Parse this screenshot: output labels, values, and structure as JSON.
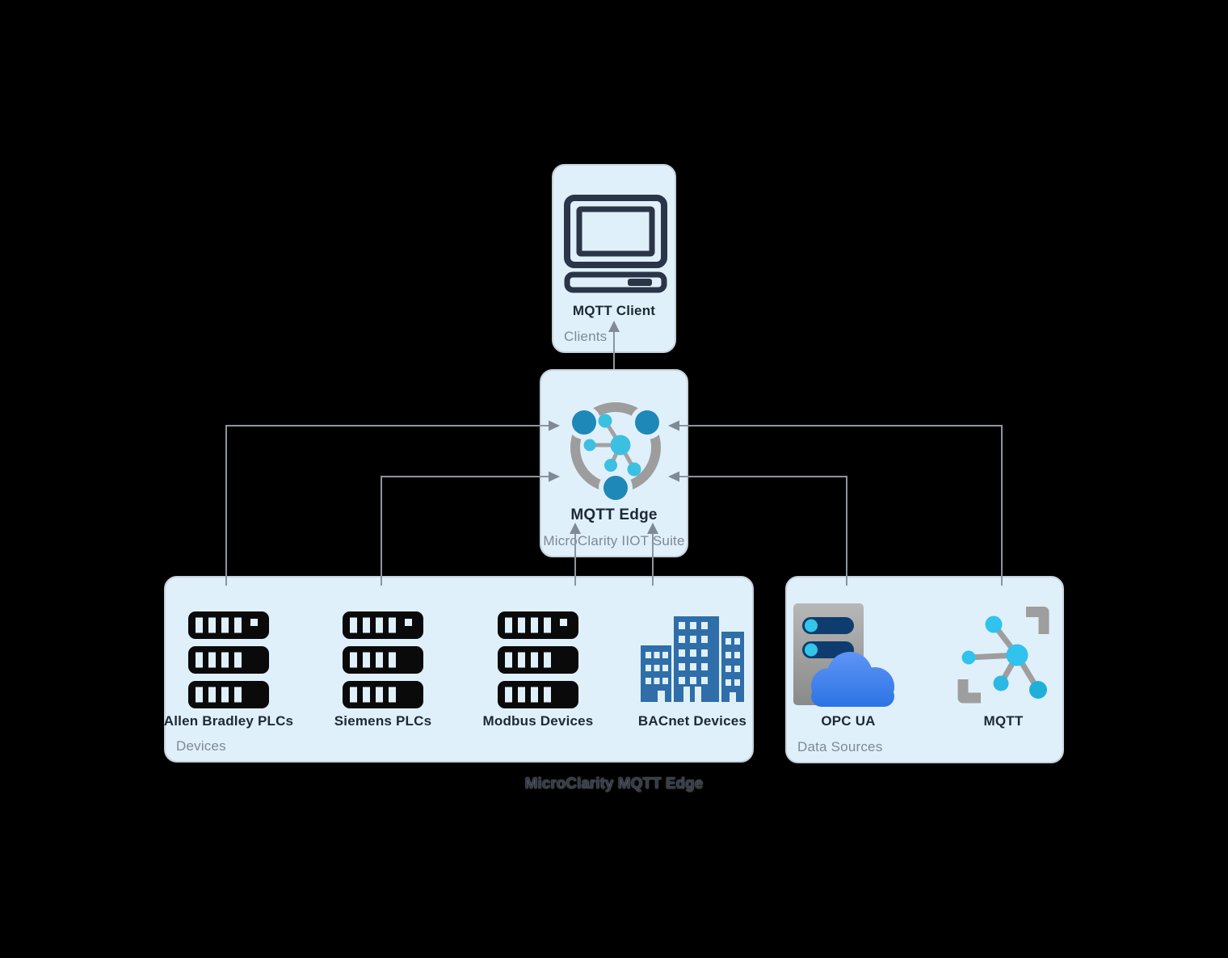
{
  "title": "MicroClarity MQTT Edge",
  "groups": {
    "clients": {
      "label": "Clients",
      "nodes": [
        {
          "label": "MQTT Client",
          "icon": "desktop-computer-icon"
        }
      ]
    },
    "iiot_suite": {
      "label": "MicroClarity IIOT Suite",
      "nodes": [
        {
          "label": "MQTT Edge",
          "icon": "mqtt-broker-ring-icon"
        }
      ]
    },
    "devices": {
      "label": "Devices",
      "nodes": [
        {
          "label": "Allen Bradley PLCs",
          "icon": "server-stack-icon"
        },
        {
          "label": "Siemens PLCs",
          "icon": "server-stack-icon"
        },
        {
          "label": "Modbus Devices",
          "icon": "server-stack-icon"
        },
        {
          "label": "BACnet Devices",
          "icon": "buildings-icon"
        }
      ]
    },
    "data_sources": {
      "label": "Data Sources",
      "nodes": [
        {
          "label": "OPC UA",
          "icon": "server-cloud-icon"
        },
        {
          "label": "MQTT",
          "icon": "mqtt-nodes-icon"
        }
      ]
    }
  },
  "connections": [
    {
      "from": "Allen Bradley PLCs",
      "to": "MQTT Edge"
    },
    {
      "from": "Siemens PLCs",
      "to": "MQTT Edge"
    },
    {
      "from": "Modbus Devices",
      "to": "MQTT Edge"
    },
    {
      "from": "BACnet Devices",
      "to": "MQTT Edge"
    },
    {
      "from": "OPC UA",
      "to": "MQTT Edge"
    },
    {
      "from": "MQTT",
      "to": "MQTT Edge"
    },
    {
      "from": "MQTT Edge",
      "to": "MQTT Client"
    }
  ],
  "colors": {
    "background": "#000000",
    "box_fill": "#e0f0fb",
    "box_border": "#c6d2da",
    "node_label": "#1d2936",
    "group_label": "#7e8994",
    "connector": "#8b959f",
    "computer_icon": "#2a3547",
    "server_icon": "#0a0a0a",
    "building_blue": "#2f6ea8",
    "ring_gray": "#9d9d9d",
    "ring_node_dark_blue": "#1e88b8",
    "network_cyan": "#3cc0e2",
    "cloud_blue_top": "#5f94f5",
    "cloud_blue_bottom": "#2c74e4",
    "tower_gray": "#a9a9a9",
    "pill_navy": "#0e3c6e"
  }
}
